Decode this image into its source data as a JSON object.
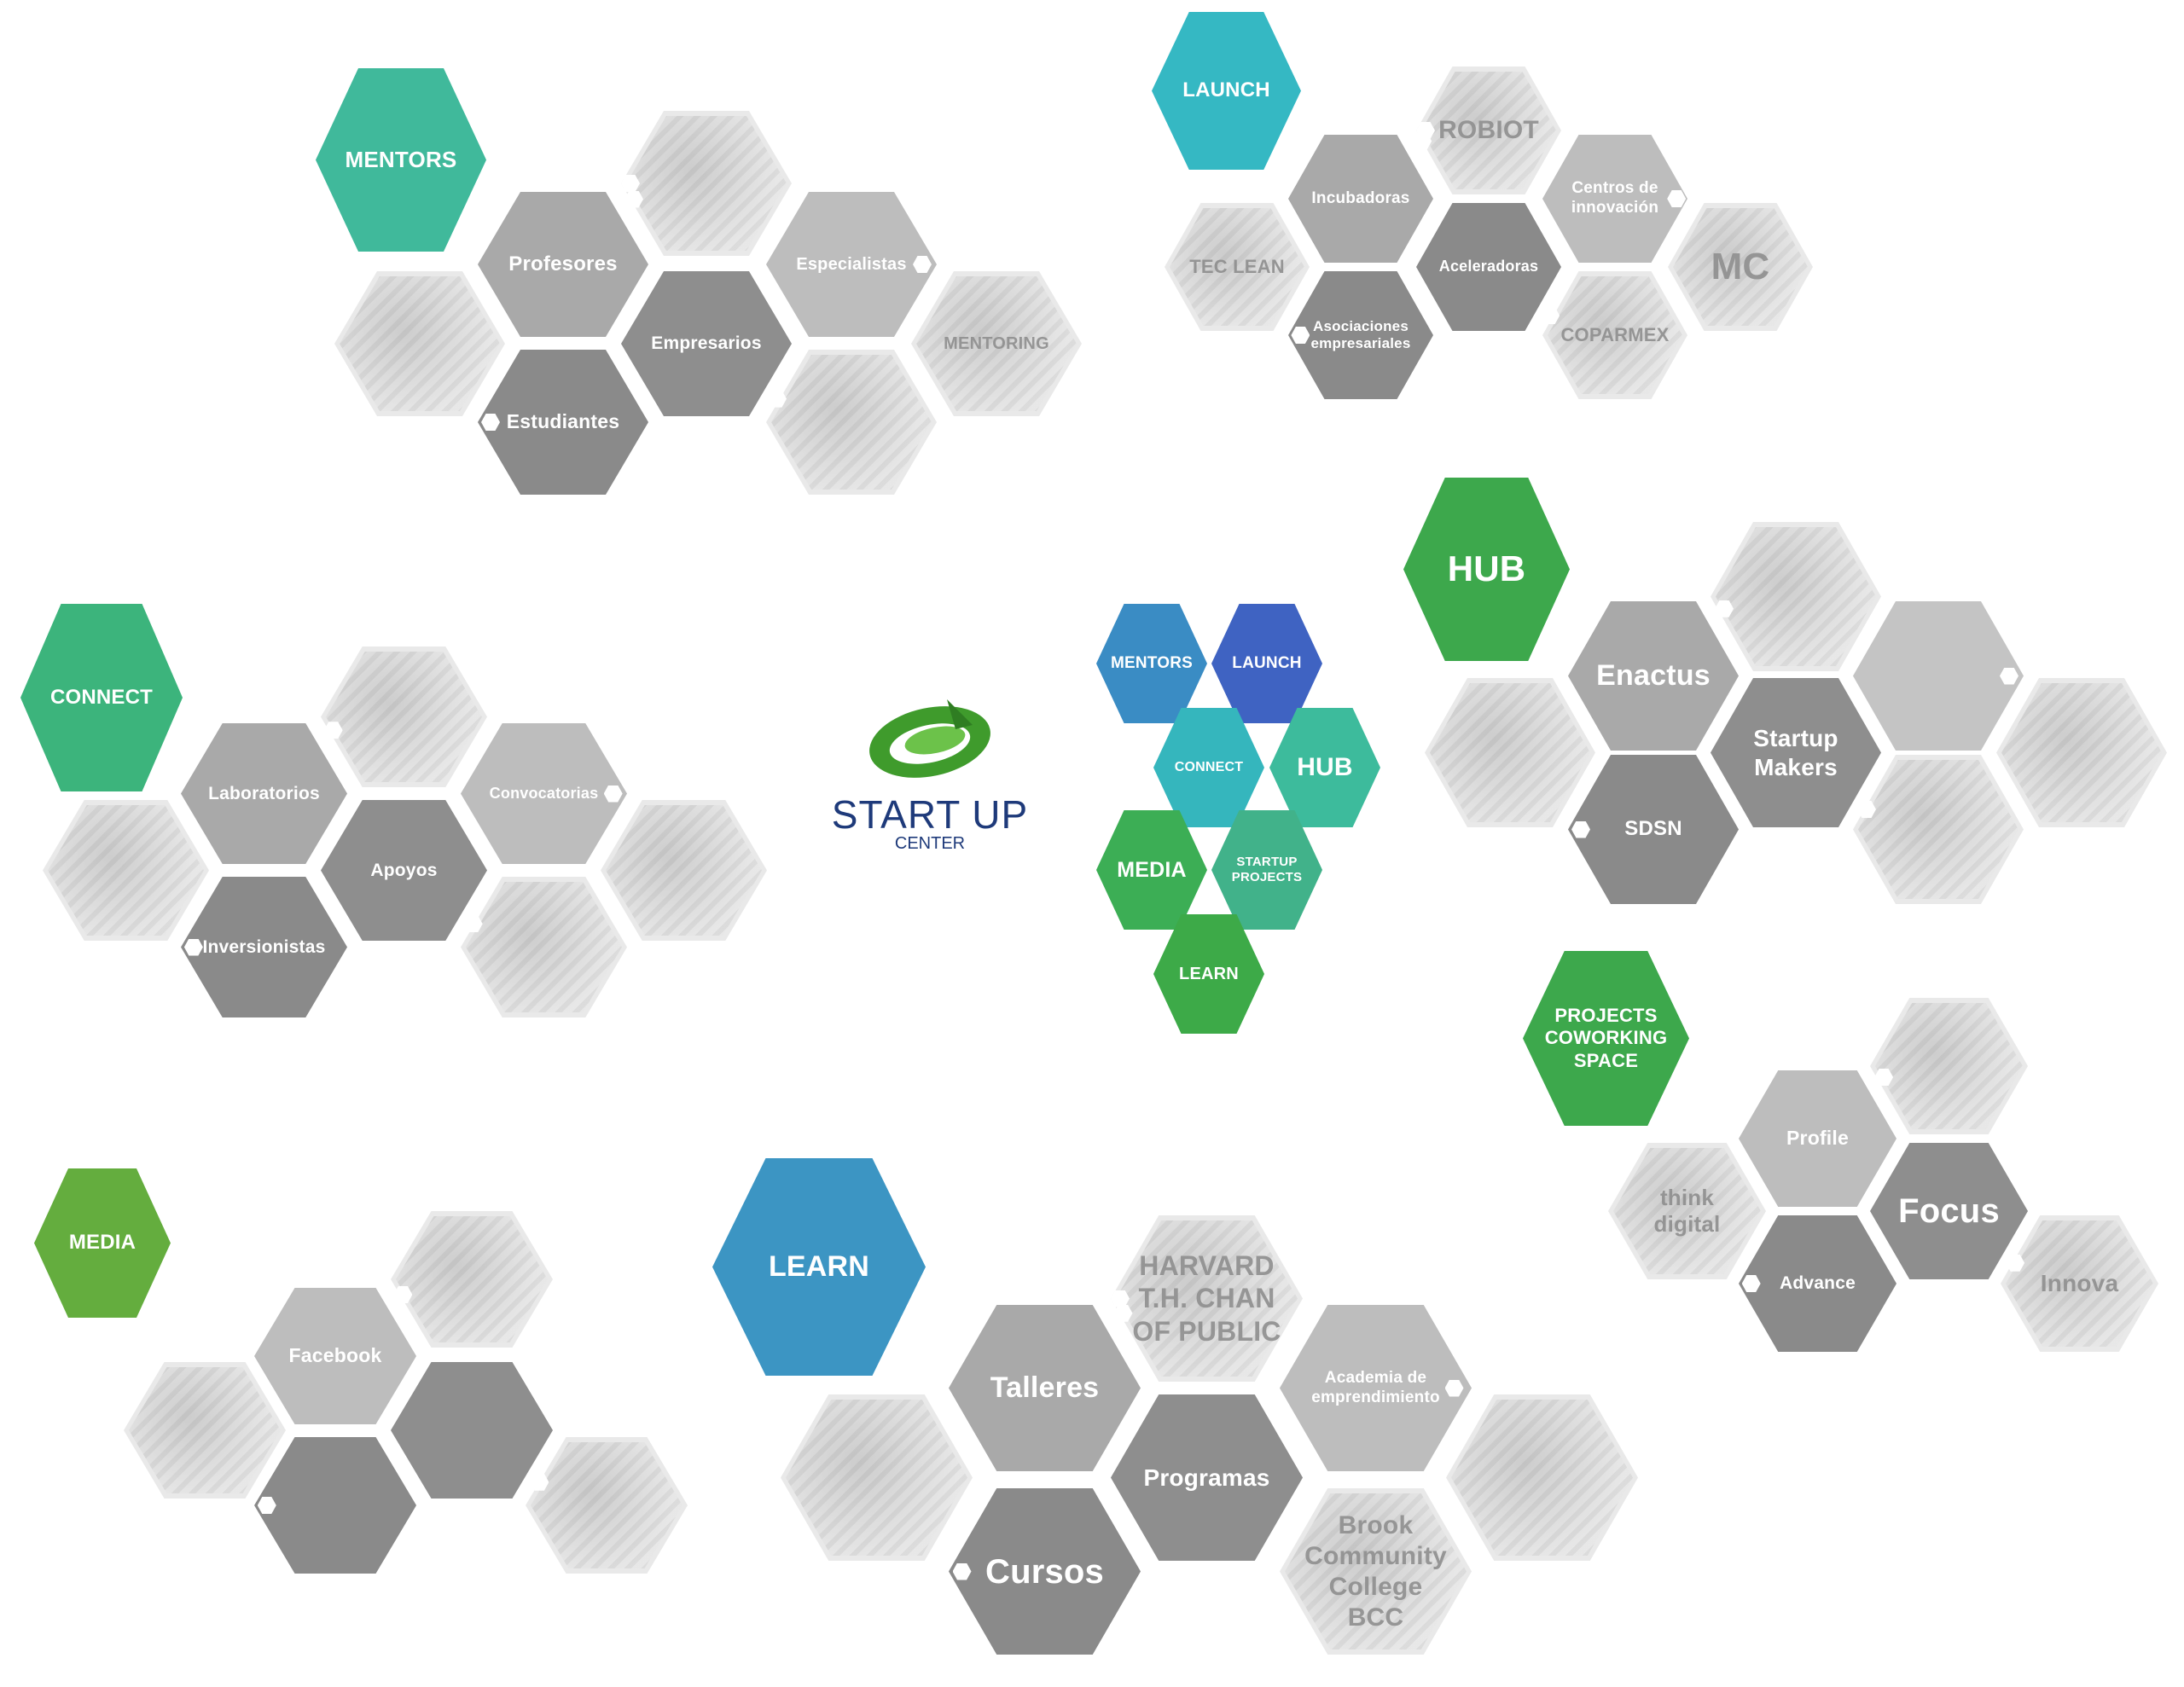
{
  "logo": {
    "title": "START UP",
    "subtitle": "CENTER"
  },
  "hexagons": [
    {
      "id": "mentors-title",
      "label": "MENTORS",
      "color": "#40b99b",
      "kind": "title"
    },
    {
      "id": "profesores",
      "label": "Profesores",
      "color": "#a9a9a9",
      "kind": "item"
    },
    {
      "id": "empresarios",
      "label": "Empresarios",
      "color": "#8e8e8e",
      "kind": "item"
    },
    {
      "id": "especialistas",
      "label": "Especialistas",
      "color": "#bdbdbd",
      "kind": "item"
    },
    {
      "id": "estudiantes",
      "label": "Estudiantes",
      "color": "#8a8a8a",
      "kind": "item"
    },
    {
      "id": "mentors-photo-1",
      "label": "",
      "kind": "photo"
    },
    {
      "id": "mentors-photo-2",
      "label": "",
      "kind": "photo"
    },
    {
      "id": "mentors-photo-3",
      "label": "MENTORING",
      "kind": "photo"
    },
    {
      "id": "mentors-photo-4",
      "label": "",
      "kind": "photo"
    },
    {
      "id": "launch-title",
      "label": "LAUNCH",
      "color": "#35b8c3",
      "kind": "title"
    },
    {
      "id": "incubadoras",
      "label": "Incubadoras",
      "color": "#a9a9a9",
      "kind": "item"
    },
    {
      "id": "aceleradoras",
      "label": "Aceleradoras",
      "color": "#8a8a8a",
      "kind": "item"
    },
    {
      "id": "centros",
      "label": "Centros de\ninnovación",
      "color": "#bdbdbd",
      "kind": "item"
    },
    {
      "id": "asociaciones",
      "label": "Asociaciones\nempresariales",
      "color": "#8a8a8a",
      "kind": "item"
    },
    {
      "id": "launch-robiot",
      "label": "ROBIOT",
      "kind": "photo"
    },
    {
      "id": "launch-teclean",
      "label": "TEC LEAN",
      "kind": "photo"
    },
    {
      "id": "launch-mc",
      "label": "MC",
      "kind": "photo"
    },
    {
      "id": "launch-coparmex",
      "label": "COPARMEX",
      "kind": "photo"
    },
    {
      "id": "connect-title",
      "label": "CONNECT",
      "color": "#3cb47c",
      "kind": "title"
    },
    {
      "id": "laboratorios",
      "label": "Laboratorios",
      "color": "#a9a9a9",
      "kind": "item"
    },
    {
      "id": "apoyos",
      "label": "Apoyos",
      "color": "#8e8e8e",
      "kind": "item"
    },
    {
      "id": "convocatorias",
      "label": "Convocatorias",
      "color": "#bdbdbd",
      "kind": "item"
    },
    {
      "id": "inversionistas",
      "label": "Inversionistas",
      "color": "#8a8a8a",
      "kind": "item"
    },
    {
      "id": "connect-photo-1",
      "label": "",
      "kind": "photo"
    },
    {
      "id": "connect-photo-2",
      "label": "",
      "kind": "photo"
    },
    {
      "id": "connect-photo-3",
      "label": "",
      "kind": "photo"
    },
    {
      "id": "connect-photo-4",
      "label": "",
      "kind": "photo"
    },
    {
      "id": "hub-title",
      "label": "HUB",
      "color": "#3da84c",
      "kind": "title"
    },
    {
      "id": "enactus",
      "label": "Enactus",
      "color": "#a9a9a9",
      "kind": "item"
    },
    {
      "id": "startup-makers",
      "label": "Startup\nMakers",
      "color": "#8e8e8e",
      "kind": "item"
    },
    {
      "id": "sdsn",
      "label": "SDSN",
      "color": "#8a8a8a",
      "kind": "item"
    },
    {
      "id": "hub-blank",
      "label": "",
      "color": "#c4c4c4",
      "kind": "item"
    },
    {
      "id": "hub-photo-1",
      "label": "",
      "kind": "photo"
    },
    {
      "id": "hub-photo-2",
      "label": "",
      "kind": "photo"
    },
    {
      "id": "hub-photo-3",
      "label": "",
      "kind": "photo"
    },
    {
      "id": "hub-photo-4",
      "label": "",
      "kind": "photo"
    },
    {
      "id": "projects-title",
      "label": "PROJECTS\nCOWORKING\nSPACE",
      "color": "#3da84c",
      "kind": "title"
    },
    {
      "id": "profile",
      "label": "Profile",
      "color": "#bdbdbd",
      "kind": "item"
    },
    {
      "id": "focus",
      "label": "Focus",
      "color": "#8e8e8e",
      "kind": "item"
    },
    {
      "id": "advance",
      "label": "Advance",
      "color": "#8a8a8a",
      "kind": "item"
    },
    {
      "id": "projects-photo-1",
      "label": "",
      "kind": "photo"
    },
    {
      "id": "projects-photo-2",
      "label": "think\ndigital",
      "kind": "photo"
    },
    {
      "id": "projects-photo-3",
      "label": "Innova",
      "kind": "photo"
    },
    {
      "id": "media-title",
      "label": "MEDIA",
      "color": "#64ad3e",
      "kind": "title"
    },
    {
      "id": "facebook",
      "label": "Facebook",
      "color": "#bdbdbd",
      "kind": "item"
    },
    {
      "id": "media-blank-1",
      "label": "",
      "color": "#8e8e8e",
      "kind": "item"
    },
    {
      "id": "media-blank-2",
      "label": "",
      "color": "#8a8a8a",
      "kind": "item"
    },
    {
      "id": "media-photo-1",
      "label": "",
      "kind": "photo"
    },
    {
      "id": "media-photo-2",
      "label": "",
      "kind": "photo"
    },
    {
      "id": "media-photo-3",
      "label": "",
      "kind": "photo"
    },
    {
      "id": "learn-title",
      "label": "LEARN",
      "color": "#3c95c3",
      "kind": "title"
    },
    {
      "id": "talleres",
      "label": "Talleres",
      "color": "#a9a9a9",
      "kind": "item"
    },
    {
      "id": "programas",
      "label": "Programas",
      "color": "#8e8e8e",
      "kind": "item"
    },
    {
      "id": "academia",
      "label": "Academia de\nemprendimiento",
      "color": "#bdbdbd",
      "kind": "item"
    },
    {
      "id": "cursos",
      "label": "Cursos",
      "color": "#8a8a8a",
      "kind": "item"
    },
    {
      "id": "learn-harvard",
      "label": "HARVARD\nT.H. CHAN\nOF PUBLIC",
      "kind": "photo"
    },
    {
      "id": "learn-photo-1",
      "label": "",
      "kind": "photo"
    },
    {
      "id": "learn-bcc",
      "label": "Brook\nCommunity\nCollege\nBCC",
      "kind": "photo"
    },
    {
      "id": "learn-photo-2",
      "label": "",
      "kind": "photo"
    },
    {
      "id": "center-mentors",
      "label": "MENTORS",
      "color": "#3a8cc4",
      "kind": "center"
    },
    {
      "id": "center-launch",
      "label": "LAUNCH",
      "color": "#3f63c2",
      "kind": "center"
    },
    {
      "id": "center-connect",
      "label": "CONNECT",
      "color": "#35b6bd",
      "kind": "center"
    },
    {
      "id": "center-hub",
      "label": "HUB",
      "color": "#3dbb9c",
      "kind": "center"
    },
    {
      "id": "center-media",
      "label": "MEDIA",
      "color": "#3cae55",
      "kind": "center"
    },
    {
      "id": "center-startup-projects",
      "label": "STARTUP\nPROJECTS",
      "color": "#41b28a",
      "kind": "center"
    },
    {
      "id": "center-learn",
      "label": "LEARN",
      "color": "#3daa48",
      "kind": "center"
    }
  ]
}
